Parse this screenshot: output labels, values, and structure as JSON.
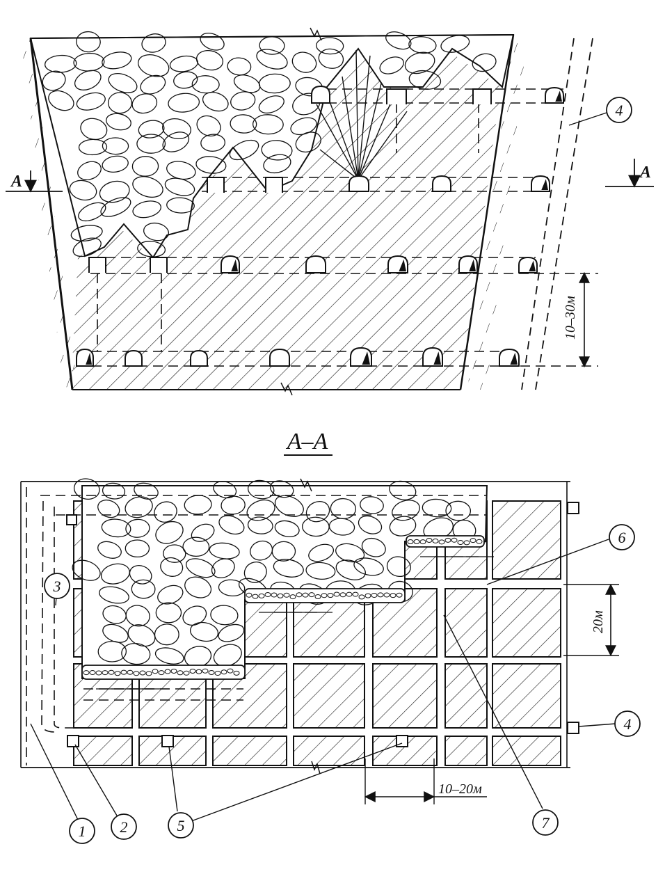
{
  "section_marker": "А",
  "section_title": "А–А",
  "dimensions": {
    "top_vertical": "10–30м",
    "bottom_vertical": "20м",
    "bottom_horizontal": "10–20м"
  },
  "callouts": [
    "1",
    "2",
    "3",
    "4",
    "5",
    "6",
    "7"
  ],
  "colors": {
    "ink": "#111111",
    "paper": "#ffffff"
  }
}
